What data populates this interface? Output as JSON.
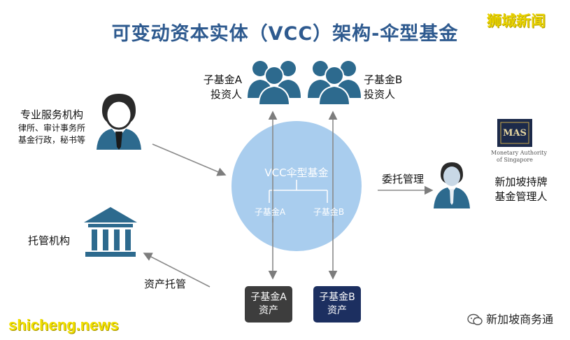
{
  "title": "可变动资本实体（VCC）架构-伞型基金",
  "brand_top": "狮城新闻",
  "watermark_bottom": "shicheng.news",
  "wechat_account": "新加坡商务通",
  "center": {
    "fund_label": "VCC伞型基金",
    "sub_a": "子基金A",
    "sub_b": "子基金B"
  },
  "investor_a": {
    "line1": "子基金A",
    "line2": "投资人"
  },
  "investor_b": {
    "line1": "子基金B",
    "line2": "投资人"
  },
  "service_provider": {
    "title": "专业服务机构",
    "line1": "律所、审计事务所",
    "line2": "基金行政，秘书等"
  },
  "custodian": {
    "label": "托管机构",
    "arrow_label": "资产托管"
  },
  "manager": {
    "arrow_label": "委托管理",
    "line1": "新加坡持牌",
    "line2": "基金管理人"
  },
  "mas": {
    "logo_text": "MAS",
    "line1": "Monetary Authority",
    "line2": "of Singapore"
  },
  "asset_a": {
    "line1": "子基金A",
    "line2": "资产"
  },
  "asset_b": {
    "line1": "子基金B",
    "line2": "资产"
  },
  "colors": {
    "title": "#2e5a8f",
    "circle": "#a9cdee",
    "person": "#2d6a8e",
    "arrow": "#8a8a8a",
    "asset_a": "#3d3d3d",
    "asset_b": "#1c2f60",
    "brand": "#e8d200"
  }
}
